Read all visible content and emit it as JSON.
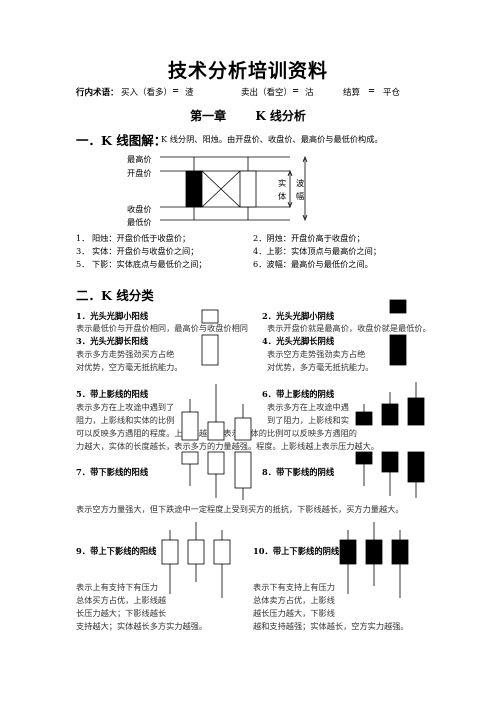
{
  "doc_title": "技术分析培训资料",
  "jargon": {
    "label": "行内术语：",
    "buy": "买入（看多）",
    "buy_eq": "=",
    "buy_term": "渣",
    "sell": "卖出（看空）",
    "sell_eq": "=",
    "sell_term": "沽",
    "close": "结算",
    "close_eq": "=",
    "close_term": "平仓"
  },
  "chapter": {
    "num": "第一章",
    "name": "K 线分析"
  },
  "section1": {
    "heading": "一．K 线图解：",
    "intro": "K 线分阴、阳烛。由开盘价、收盘价、最高价与最低价构成。",
    "diagram_labels": {
      "high": "最高价",
      "open": "开盘价",
      "close": "收盘价",
      "low": "最低价",
      "body1": "实",
      "body2": "体",
      "range1": "波",
      "range2": "幅"
    },
    "defs": [
      "1．  阳烛：开盘价低于收盘价；",
      "2．阴烛：开盘价高于收盘价；",
      "3．  实体：开盘价与收盘价之间；",
      "4．上影：实体顶点与最高价之间；",
      "5．  下影：实体底点与最低价之间；",
      "6．波幅：最高价与最低价之间。"
    ]
  },
  "section2": {
    "heading": "二．K 线分类",
    "items": {
      "i1": {
        "title": "1．光头光脚小阳线",
        "desc": "表示最低价与开盘价相同，最高价与收盘价相同"
      },
      "i2": {
        "title": "2．光头光脚小阴线",
        "desc": "表示开盘价就是最高价，收盘价就是最低价。"
      },
      "i3": {
        "title": "3．光头光脚长阳线",
        "desc1": "表示多方走势强劲买方占绝",
        "desc2": "对优势，空方毫无抵抗能力。"
      },
      "i4": {
        "title": "4．光头光脚长阴线",
        "desc1": "表示空方走势强劲卖方占绝",
        "desc2": "对优势，多方毫无抵抗能力。"
      },
      "i5": {
        "title": "5．带上影线的阳线",
        "desc1": "表示多方在上攻途中遇到了",
        "desc2": "阻力，上影线和实体的比例"
      },
      "i6": {
        "title": "6．带上影线的阴线",
        "desc1": "表示多方在上攻途中遇",
        "desc2": "到了阻力，上影线和实"
      },
      "i56_line3": "可以反映多方遇阻的程度。上影线越上，表示压   体的比例可以反映多方遇阻的",
      "i56_line4": "力越大，实体的长度越长，表示多方的力量越强。程度。上影线越上表示压力越大。",
      "i7": {
        "title": "7．带下影线的阳线"
      },
      "i8": {
        "title": "8．带下影线的阴线"
      },
      "i78_desc": "表示空方力量强大，但下跌途中一定程度上受到买方的抵抗，下影线越长，买方力量越大。",
      "i9": {
        "title": "9．带上下影线的阳线"
      },
      "i10": {
        "title": "10．带上下影线的阴线"
      },
      "i9_lines": [
        "表示上有支持下有压力",
        "总体买方占优，上影线越",
        "长压力越大；下影线越长",
        "支持越大；实体越长多方实力越强。"
      ],
      "i10_lines": [
        "表示下有支持上有压力",
        "总体卖方占优，上影线",
        "越长压力越大，下影线",
        "越和支持越强；实体越长，空方实力越强。"
      ]
    }
  }
}
